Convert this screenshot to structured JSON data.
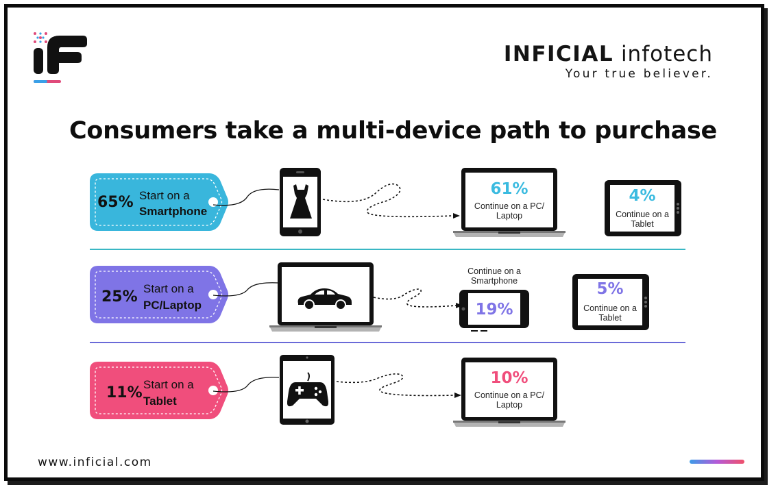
{
  "brand": {
    "name_bold": "INFICIAL",
    "name_light": "infotech",
    "tagline": "Your true believer."
  },
  "title": "Consumers take a multi-device path to purchase",
  "website": "www.inficial.com",
  "colors": {
    "smartphone": "#3bbbe0",
    "pc": "#7f74e6",
    "tablet": "#f04e7c",
    "divider1": "#39b7c4",
    "divider2": "#6a6ad8"
  },
  "rows": [
    {
      "start_pct": "65%",
      "start_prefix": "Start on a",
      "start_device": "Smartphone",
      "icon": "dress-icon",
      "destinations": [
        {
          "pct": "61%",
          "label": "Continue on a PC/ Laptop",
          "device": "laptop"
        },
        {
          "pct": "4%",
          "label": "Continue on a Tablet",
          "device": "tablet"
        }
      ]
    },
    {
      "start_pct": "25%",
      "start_prefix": "Start on a",
      "start_device": "PC/Laptop",
      "icon": "car-icon",
      "destinations": [
        {
          "pct": "19%",
          "label": "Continue on a Smartphone",
          "device": "smartphone"
        },
        {
          "pct": "5%",
          "label": "Continue on a Tablet",
          "device": "tablet"
        }
      ]
    },
    {
      "start_pct": "11%",
      "start_prefix": "Start on a",
      "start_device": "Tablet",
      "icon": "gamepad-icon",
      "destinations": [
        {
          "pct": "10%",
          "label": "Continue on a PC/ Laptop",
          "device": "laptop"
        }
      ]
    }
  ]
}
